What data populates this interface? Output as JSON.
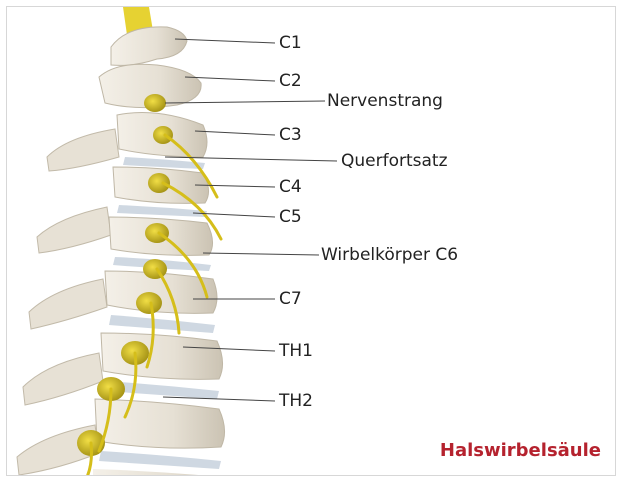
{
  "diagram": {
    "title": "Halswirbelsäule",
    "labels": {
      "c1": "C1",
      "c2": "C2",
      "nervenstrang": "Nervenstrang",
      "c3": "C3",
      "querfortsatz": "Querfortsatz",
      "c4": "C4",
      "c5": "C5",
      "wirbelkoerper_c6": "Wirbelkörper C6",
      "c7": "C7",
      "th1": "TH1",
      "th2": "TH2"
    }
  },
  "colors": {
    "title": "#b5222e",
    "bone": "#ebe6dc",
    "bone_shadow": "#c9c1b1",
    "nerve": "#d9c21c",
    "disc": "#cdd6e0",
    "leader": "#444444"
  }
}
